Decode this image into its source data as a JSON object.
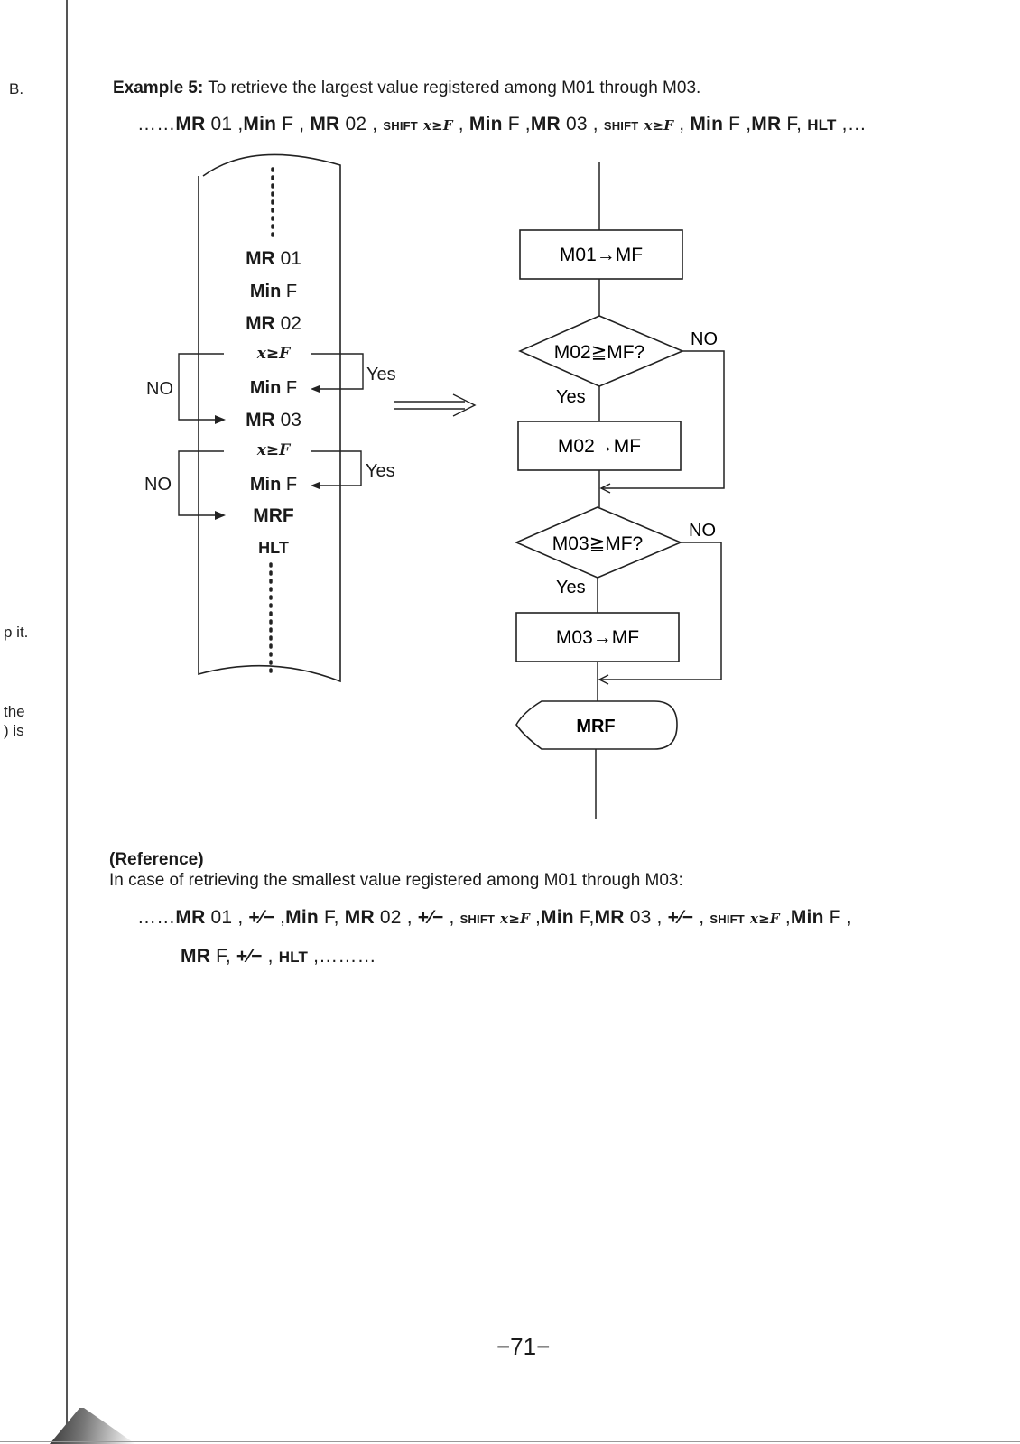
{
  "margin": {
    "top_letter": "B.",
    "fragment_1": "p it.",
    "fragment_2a": "the",
    "fragment_2b": ") is"
  },
  "example": {
    "label": "Example 5:",
    "text": "To retrieve the largest value registered among M01 through M03."
  },
  "sequence1": {
    "lead": "……",
    "mr": "MR",
    "n01": "01",
    "minf_k": "Min",
    "f": "F",
    "n02": "02",
    "shift": "SHIFT",
    "xgef": "x≥F",
    "n03": "03",
    "hlt": "HLT",
    "sep": ",",
    "trail": "…"
  },
  "strip": {
    "mr01": "MR",
    "mr01_n": "01",
    "minf1": "Min",
    "minf1_f": "F",
    "mr02": "MR",
    "mr02_n": "02",
    "xgef1": "x≥F",
    "minf2": "Min",
    "minf2_f": "F",
    "mr03": "MR",
    "mr03_n": "03",
    "xgef2": "x≥F",
    "minf3": "Min",
    "minf3_f": "F",
    "mrf": "MRF",
    "hlt": "HLT",
    "no1": "NO",
    "yes1": "Yes",
    "no2": "NO",
    "yes2": "Yes"
  },
  "flowchart": {
    "box1": "M01→MF",
    "dec1": "M02≧MF?",
    "dec1_no": "NO",
    "dec1_yes": "Yes",
    "box2": "M02→MF",
    "dec2": "M03≧MF?",
    "dec2_no": "NO",
    "dec2_yes": "Yes",
    "box3": "M03→MF",
    "terminal": "MRF"
  },
  "reference": {
    "heading": "(Reference)",
    "text": "In case of retrieving the smallest value registered among M01 through M03:"
  },
  "sequence2": {
    "lead": "……",
    "mr": "MR",
    "n01": "01",
    "pm": "+∕−",
    "minf_k": "Min",
    "f": "F",
    "n02": "02",
    "shift": "SHIFT",
    "xgef": "x≥F",
    "n03": "03",
    "hlt": "HLT",
    "sep": ",",
    "trail": "………"
  },
  "page_number": "−71−"
}
